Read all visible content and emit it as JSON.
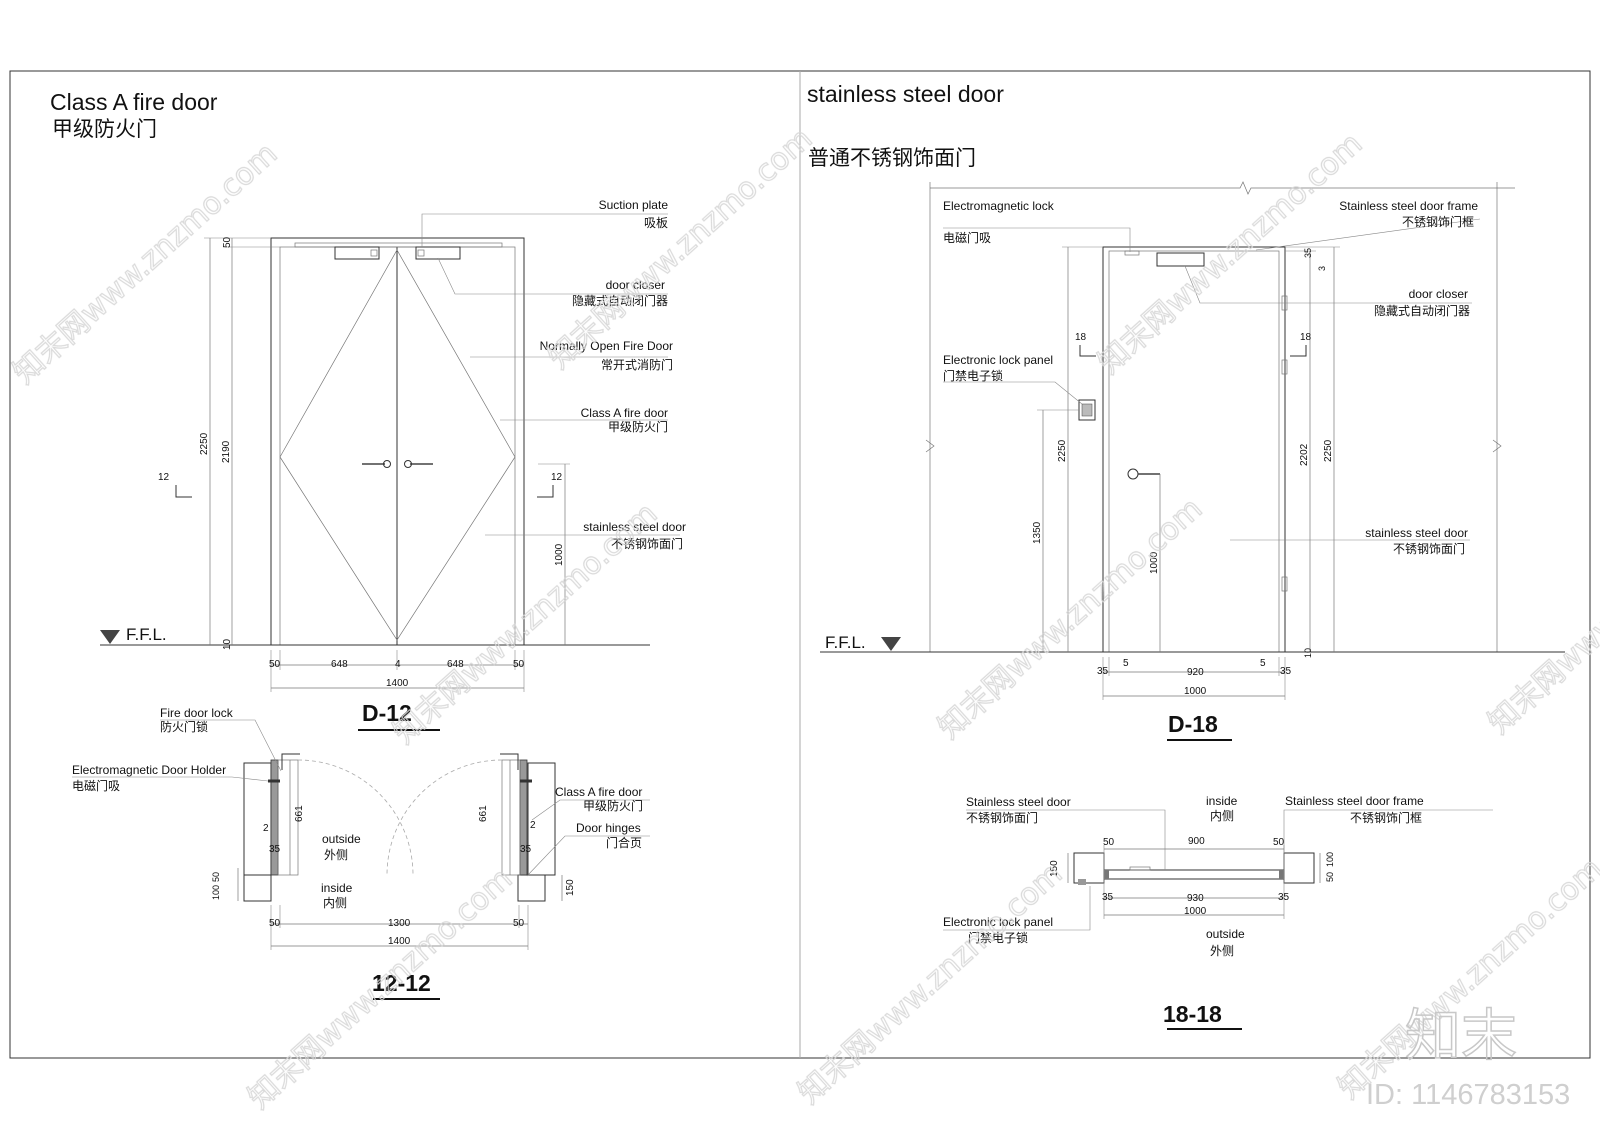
{
  "left_panel": {
    "title_en": "Class A fire door",
    "title_cn": "甲级防火门",
    "elevation": {
      "label": "D-12",
      "ffl": "F.F.L.",
      "callouts": [
        {
          "en": "Suction plate",
          "cn": "吸板"
        },
        {
          "en": "door closer",
          "cn": "隐藏式自动闭门器"
        },
        {
          "en": "Normally Open Fire Door",
          "cn": "常开式消防门"
        },
        {
          "en": "Class A fire door",
          "cn": "甲级防火门"
        },
        {
          "en": "stainless steel door",
          "cn": "不锈钢饰面门"
        }
      ],
      "dims": {
        "top": "50",
        "total_h": "2250",
        "door_h": "2190",
        "bottom": "10",
        "handle_h": "1000",
        "sec_left": "12",
        "sec_right": "12",
        "w_left_frame": "50",
        "w_left_leaf": "648",
        "w_gap": "4",
        "w_right_leaf": "648",
        "w_right_frame": "50",
        "w_total": "1400"
      }
    },
    "section": {
      "label": "12-12",
      "callouts": [
        {
          "en": "Fire door lock",
          "cn": "防火门锁"
        },
        {
          "en": "Electromagnetic Door Holder",
          "cn": "电磁门吸"
        },
        {
          "en": "Class A fire door",
          "cn": "甲级防火门"
        },
        {
          "en": "Door hinges",
          "cn": "门合页"
        }
      ],
      "outside_en": "outside",
      "outside_cn": "外侧",
      "inside_en": "inside",
      "inside_cn": "内侧",
      "dims": {
        "d661a": "661",
        "d661b": "661",
        "d2a": "2",
        "d2b": "2",
        "d35a": "35",
        "d35b": "35",
        "d100": "100",
        "d50v": "50",
        "d150": "150",
        "w50a": "50",
        "w1300": "1300",
        "w50b": "50",
        "w1400": "1400"
      }
    }
  },
  "right_panel": {
    "title_en": "stainless steel door",
    "title_cn": "普通不锈钢饰面门",
    "elevation": {
      "label": "D-18",
      "ffl": "F.F.L.",
      "callouts": [
        {
          "en": "Electromagnetic lock",
          "cn": "电磁门吸"
        },
        {
          "en": "Stainless steel door frame",
          "cn": "不锈钢饰门框"
        },
        {
          "en": "door closer",
          "cn": "隐藏式自动闭门器"
        },
        {
          "en": "Electronic lock panel",
          "cn": "门禁电子锁"
        },
        {
          "en": "stainless steel door",
          "cn": "不锈钢饰面门"
        }
      ],
      "dims": {
        "sec_left": "18",
        "sec_right": "18",
        "h2250a": "2250",
        "h1350": "1350",
        "h1000": "1000",
        "h2202": "2202",
        "h2250b": "2250",
        "top35": "35",
        "top3": "3",
        "bottom10": "10",
        "w35a": "35",
        "w5a": "5",
        "w920": "920",
        "w5b": "5",
        "w35b": "35",
        "w1000": "1000"
      }
    },
    "section": {
      "label": "18-18",
      "callouts": [
        {
          "en": "Stainless steel door",
          "cn": "不锈钢饰面门"
        },
        {
          "en": "Stainless steel door frame",
          "cn": "不锈钢饰门框"
        },
        {
          "en": "Electronic lock panel",
          "cn": "门禁电子锁"
        }
      ],
      "inside_en": "inside",
      "inside_cn": "内侧",
      "outside_en": "outside",
      "outside_cn": "外侧",
      "dims": {
        "w50a": "50",
        "w900": "900",
        "w50b": "50",
        "h150": "150",
        "h50": "50",
        "h100": "100",
        "w35a": "35",
        "w930": "930",
        "w35b": "35",
        "w1000": "1000"
      }
    }
  },
  "watermark": {
    "brand_cn": "知末",
    "site": "知末网www.znzmo.com",
    "id_text": "ID: 1146783153"
  }
}
